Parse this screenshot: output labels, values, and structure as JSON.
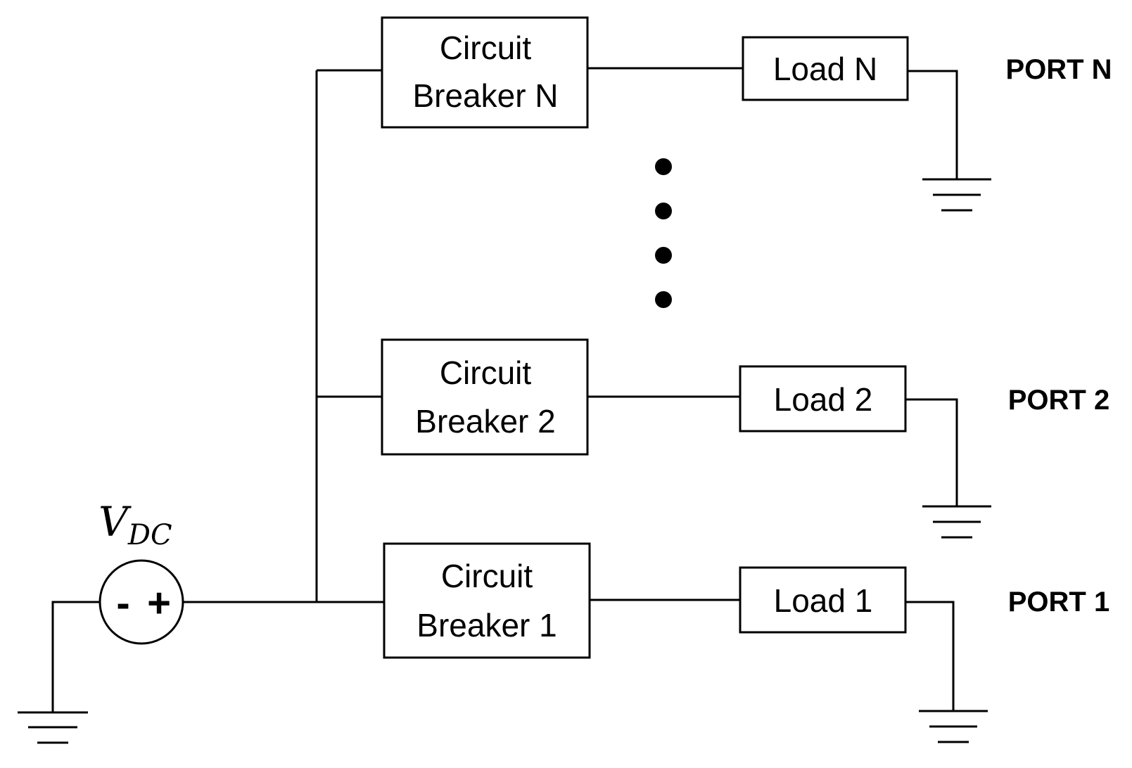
{
  "source": {
    "label_main": "V",
    "label_sub": "DC",
    "minus": "-",
    "plus": "+"
  },
  "breakers": [
    {
      "line1": "Circuit",
      "line2": "Breaker N"
    },
    {
      "line1": "Circuit",
      "line2": "Breaker 2"
    },
    {
      "line1": "Circuit",
      "line2": "Breaker 1"
    }
  ],
  "loads": [
    {
      "label": "Load N"
    },
    {
      "label": "Load 2"
    },
    {
      "label": "Load 1"
    }
  ],
  "ports": [
    {
      "label": "PORT N"
    },
    {
      "label": "PORT 2"
    },
    {
      "label": "PORT 1"
    }
  ]
}
